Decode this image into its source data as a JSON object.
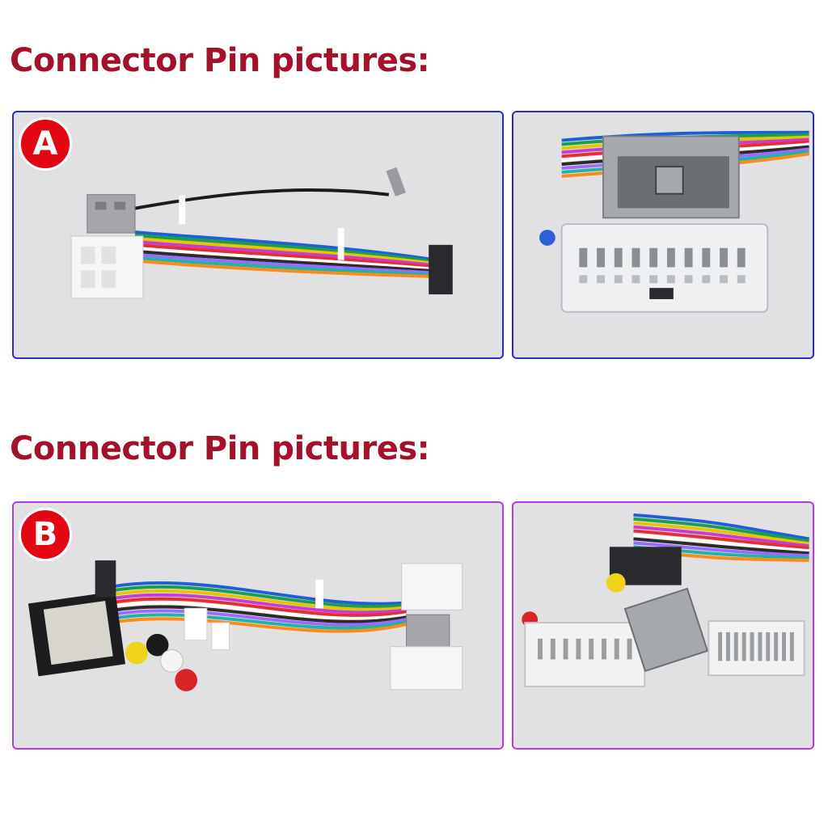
{
  "sections": [
    {
      "heading": "Connector Pin pictures:",
      "badge": "A"
    },
    {
      "heading": "Connector Pin pictures:",
      "badge": "B"
    }
  ],
  "colors": {
    "heading": "#a3122a",
    "badge": "#e30613",
    "frame_a": "#2a2ad0",
    "frame_b": "#b43be0",
    "panel_bg": "#e1e1e4"
  },
  "wire_colors": [
    "#1c5fd6",
    "#1c9e4d",
    "#e8c400",
    "#c83bd6",
    "#e23030",
    "#ffffff",
    "#2b2b2b",
    "#9b6bff",
    "#1fb5a0",
    "#ff8a1c"
  ]
}
